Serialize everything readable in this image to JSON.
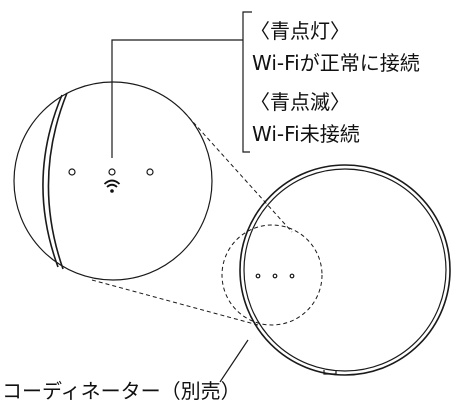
{
  "callout": {
    "on_label": "〈青点灯〉",
    "on_desc": "Wi-Fiが正常に接続",
    "blink_label": "〈青点滅〉",
    "blink_desc": "Wi-Fi未接続"
  },
  "device": {
    "caption": "コーディネーター（別売）"
  },
  "icons": [
    "wifi-icon"
  ],
  "colors": {
    "line": "#1a1a1a",
    "background": "#ffffff"
  }
}
